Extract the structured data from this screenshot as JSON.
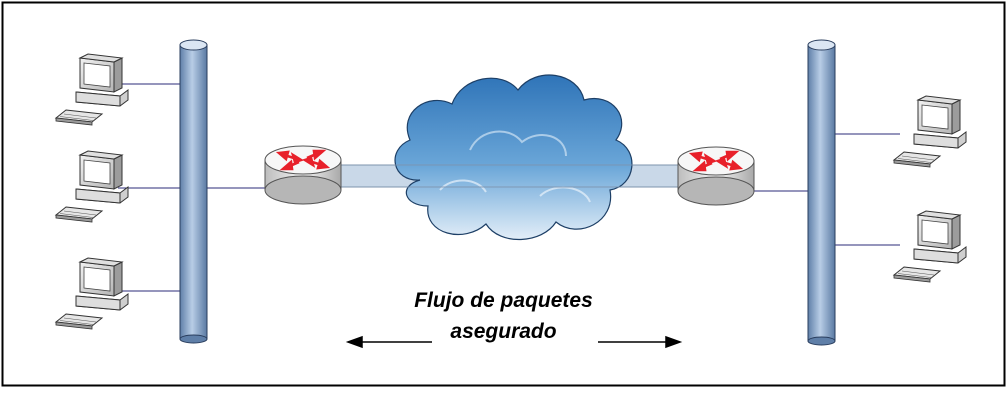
{
  "diagram": {
    "caption_line1": "Flujo de paquetes",
    "caption_line2": "asegurado",
    "left_network": {
      "computers": 3
    },
    "right_network": {
      "computers": 2
    },
    "icons": {
      "computer": "desktop-computer-icon",
      "router": "router-icon",
      "cloud": "internet-cloud-icon",
      "backbone": "bus-cable-icon"
    },
    "colors": {
      "border": "#000000",
      "bus": "#8aa8cf",
      "cloud": "#4f8fc9",
      "tunnel": "#c9d8e8",
      "router_arrows": "#e8202a",
      "links": "#2b2b7a"
    }
  }
}
